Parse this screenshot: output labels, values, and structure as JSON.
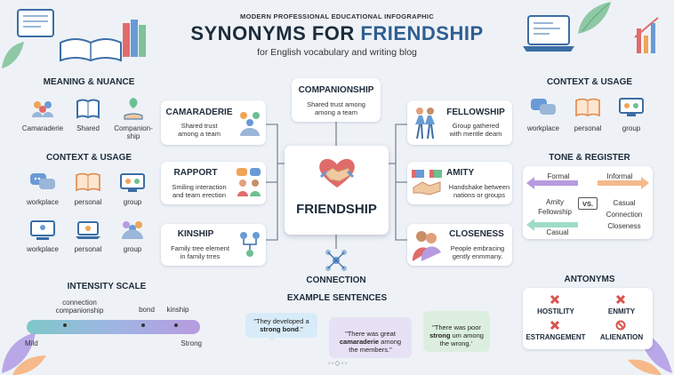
{
  "header": {
    "pretitle": "MODERN PROFESSIONAL EDUCATIONAL INFOGRAPHIC",
    "title_part1": "SYNONYMS FOR",
    "title_part2": "FRIENDSHIP",
    "subtitle": "for English vocabulary and writing blog"
  },
  "meaning": {
    "heading": "MEANING & NUANCE",
    "items": [
      {
        "label": "Camaraderie"
      },
      {
        "label": "Shared"
      },
      {
        "label": "Companion-\nship"
      }
    ]
  },
  "context_left": {
    "heading": "CONTEXT & USAGE",
    "row1": [
      "workplace",
      "personal",
      "group"
    ],
    "row2": [
      "workplace",
      "personal",
      "group"
    ]
  },
  "context_right": {
    "heading": "CONTEXT & USAGE",
    "items": [
      "workplace",
      "personal",
      "group"
    ]
  },
  "center": {
    "label": "FRIENDSHIP"
  },
  "synonyms": {
    "companionship": {
      "title": "COMPANIONSHIP",
      "desc": "Shared trust among\namong a team"
    },
    "camaraderie": {
      "title": "CAMARADERIE",
      "desc": "Shared trust\namong a team"
    },
    "rapport": {
      "title": "RAPPORT",
      "desc": "Smiling interaction\nand team erection"
    },
    "kinship": {
      "title": "KINSHIP",
      "desc": "Family tree element\nin family trres"
    },
    "fellowship": {
      "title": "FELLOWSHIP",
      "desc": "Group gathered\nwith mentle deam"
    },
    "amity": {
      "title": "AMITY",
      "desc": "Handshake between\nnations or groups"
    },
    "closeness": {
      "title": "CLOSENESS",
      "desc": "People embracing\ngently enmmany."
    },
    "connection": {
      "title": "CONNECTION"
    }
  },
  "tone": {
    "heading": "TONE & REGISTER",
    "formal": "Formal",
    "informal": "Informal",
    "vs": "VS.",
    "formal_words": "Amity\nFellowship",
    "informal_words": "Casual\nConnection\nCloseness",
    "casual": "Casual"
  },
  "intensity": {
    "heading": "INTENSITY SCALE",
    "markers": [
      {
        "label": "connection\ncompanionship",
        "position": 0.22
      },
      {
        "label": "bond",
        "position": 0.67
      },
      {
        "label": "kinship",
        "position": 0.86
      }
    ],
    "mild": "Mild",
    "strong": "Strong",
    "colors": [
      "#7ec8c8",
      "#9fb5e3",
      "#b79be0"
    ]
  },
  "examples": {
    "heading": "EXAMPLE SENTENCES",
    "s1_pre": "\"They developed a",
    "s1_bold": "strong bond",
    "s1_post": ".\"",
    "s2_pre": "\"There was great",
    "s2_bold": "camaraderie",
    "s2_post": " among\nthe members.\"",
    "s3_pre": "\"There was poor",
    "s3_bold": "strong",
    "s3_post": " um among\nthe wrong.\""
  },
  "antonyms": {
    "heading": "ANTONYMS",
    "items": [
      "HOSTILITY",
      "ENMITY",
      "ESTRANGEMENT",
      "ALIENATION"
    ]
  },
  "colors": {
    "accent": "#2f5e91",
    "red": "#d9534f",
    "purple": "#8f7ad6",
    "teal": "#4fb7ad",
    "orange": "#f0a457"
  }
}
